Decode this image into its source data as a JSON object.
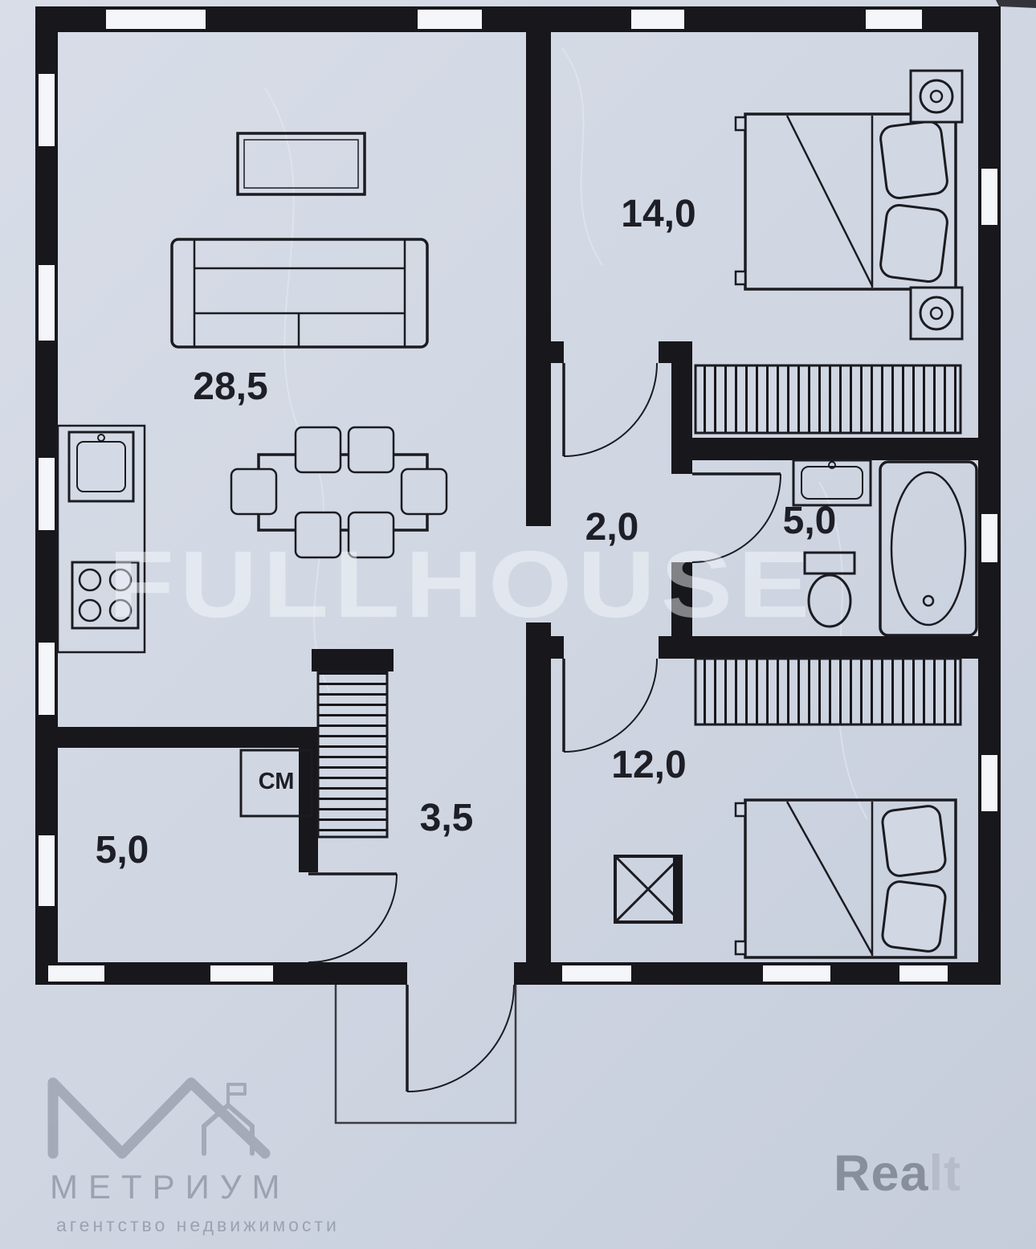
{
  "plan": {
    "rooms": [
      {
        "name": "living-kitchen",
        "area": "28,5"
      },
      {
        "name": "bedroom-1",
        "area": "14,0"
      },
      {
        "name": "hall",
        "area": "2,0"
      },
      {
        "name": "bathroom",
        "area": "5,0"
      },
      {
        "name": "bedroom-2",
        "area": "12,0"
      },
      {
        "name": "corridor",
        "area": "3,5"
      },
      {
        "name": "storage",
        "area": "5,0"
      }
    ],
    "appliances": {
      "washing_machine": "СМ"
    }
  },
  "watermarks": {
    "center": "FULLHOUSE",
    "agency": {
      "name": "МЕТРИУМ",
      "subtitle": "агентство недвижимости"
    },
    "portal": {
      "part1": "Rea",
      "part2": "lt"
    }
  },
  "colors": {
    "paper": "#d2d8e3",
    "ink": "#17171c",
    "watermark_gray": "#9096a5"
  }
}
